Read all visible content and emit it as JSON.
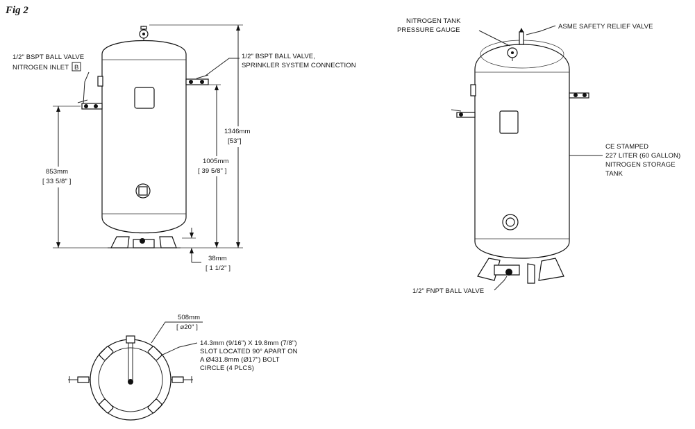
{
  "figure_label": "Fig 2",
  "front_view": {
    "inlet_valve_label_1": "1/2\" BSPT BALL VALVE",
    "inlet_valve_label_2": "NITROGEN INLET",
    "inlet_tag": "B",
    "sprinkler_valve_label_1": "1/2\" BSPT BALL VALVE,",
    "sprinkler_valve_label_2": "SPRINKLER SYSTEM CONNECTION",
    "dim_total_mm": "1346mm",
    "dim_total_in": "[53\"]",
    "dim_outlet_mm": "1005mm",
    "dim_outlet_in": "[ 39 5/8\" ]",
    "dim_inlet_mm": "853mm",
    "dim_inlet_in": "[ 33 5/8\" ]",
    "dim_base_mm": "38mm",
    "dim_base_in": "[ 1 1/2\" ]"
  },
  "iso_view": {
    "gauge_label_1": "NITROGEN TANK",
    "gauge_label_2": "PRESSURE GAUGE",
    "relief_label": "ASME SAFETY RELIEF VALVE",
    "tank_label_1": "CE STAMPED",
    "tank_label_2": "227 LITER (60 GALLON)",
    "tank_label_3": "NITROGEN STORAGE",
    "tank_label_4": "TANK",
    "drain_label": "1/2\" FNPT BALL VALVE"
  },
  "bottom_view": {
    "dia_mm": "508mm",
    "dia_in": "[ ⌀20\" ]",
    "slot_label_1": "14.3mm (9/16\") X 19.8mm (7/8\")",
    "slot_label_2": "SLOT LOCATED 90° APART ON",
    "slot_label_3": "A Ø431.8mm (Ø17\") BOLT",
    "slot_label_4": "CIRCLE (4 PLCS)"
  }
}
